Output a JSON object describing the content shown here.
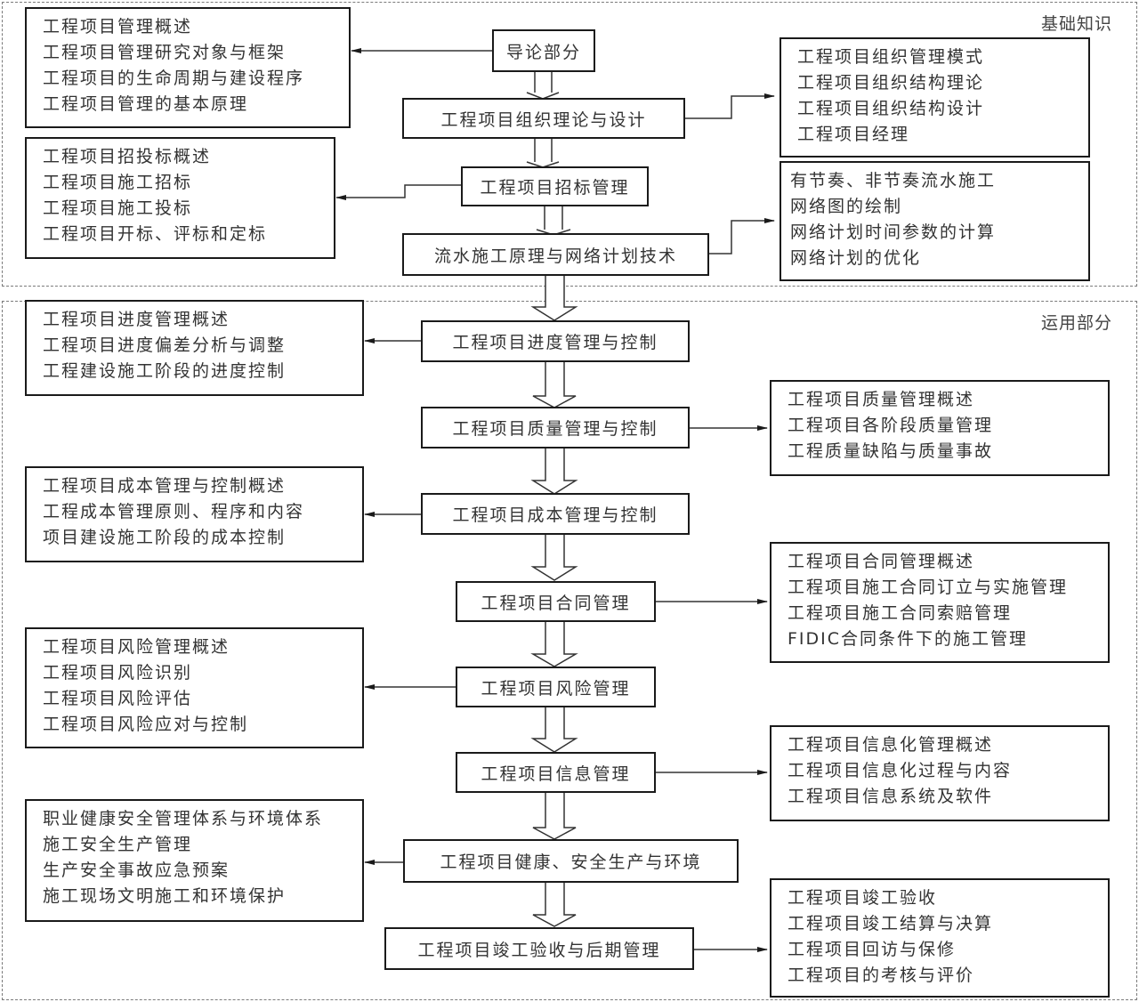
{
  "sections": {
    "basic": {
      "label": "基础知识"
    },
    "applied": {
      "label": "运用部分"
    }
  },
  "main_flow": [
    {
      "id": "intro",
      "label": "导论部分"
    },
    {
      "id": "org",
      "label": "工程项目组织理论与设计"
    },
    {
      "id": "bid",
      "label": "工程项目招标管理"
    },
    {
      "id": "flow",
      "label": "流水施工原理与网络计划技术"
    },
    {
      "id": "schedule",
      "label": "工程项目进度管理与控制"
    },
    {
      "id": "quality",
      "label": "工程项目质量管理与控制"
    },
    {
      "id": "cost",
      "label": "工程项目成本管理与控制"
    },
    {
      "id": "contract",
      "label": "工程项目合同管理"
    },
    {
      "id": "risk",
      "label": "工程项目风险管理"
    },
    {
      "id": "info",
      "label": "工程项目信息管理"
    },
    {
      "id": "hse",
      "label": "工程项目健康、安全生产与环境"
    },
    {
      "id": "completion",
      "label": "工程项目竣工验收与后期管理"
    }
  ],
  "details": {
    "intro": [
      "工程项目管理概述",
      "工程项目管理研究对象与框架",
      "工程项目的生命周期与建设程序",
      "工程项目管理的基本原理"
    ],
    "org": [
      "工程项目组织管理模式",
      "工程项目组织结构理论",
      "工程项目组织结构设计",
      "工程项目经理"
    ],
    "bid": [
      "工程项目招投标概述",
      "工程项目施工招标",
      "工程项目施工投标",
      "工程项目开标、评标和定标"
    ],
    "flow": [
      "有节奏、非节奏流水施工",
      "网络图的绘制",
      "网络计划时间参数的计算",
      "网络计划的优化"
    ],
    "schedule": [
      "工程项目进度管理概述",
      "工程项目进度偏差分析与调整",
      "工程建设施工阶段的进度控制"
    ],
    "quality": [
      "工程项目质量管理概述",
      "工程项目各阶段质量管理",
      "工程质量缺陷与质量事故"
    ],
    "cost": [
      "工程项目成本管理与控制概述",
      "工程成本管理原则、程序和内容",
      "项目建设施工阶段的成本控制"
    ],
    "contract": [
      "工程项目合同管理概述",
      "工程项目施工合同订立与实施管理",
      "工程项目施工合同索赔管理",
      "FIDIC合同条件下的施工管理"
    ],
    "risk": [
      "工程项目风险管理概述",
      "工程项目风险识别",
      "工程项目风险评估",
      "工程项目风险应对与控制"
    ],
    "info": [
      "工程项目信息化管理概述",
      "工程项目信息化过程与内容",
      "工程项目信息系统及软件"
    ],
    "hse": [
      "职业健康安全管理体系与环境体系",
      "施工安全生产管理",
      "生产安全事故应急预案",
      "施工现场文明施工和环境保护"
    ],
    "completion": [
      "工程项目竣工验收",
      "工程项目竣工结算与决算",
      "工程项目回访与保修",
      "工程项目的考核与评价"
    ]
  }
}
